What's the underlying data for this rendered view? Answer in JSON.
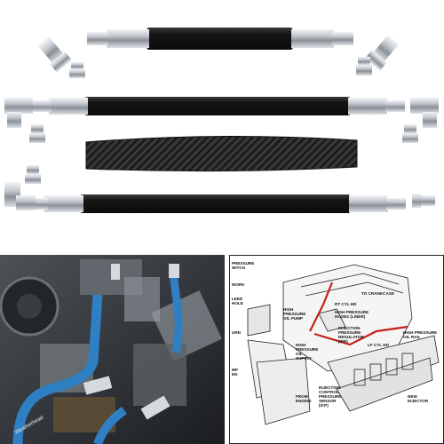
{
  "colors": {
    "hose": "#1b1b1b",
    "chrome": "#c9cdd2",
    "braid": "#262626",
    "engine_bg": "#2a2d31",
    "blue_hose": "#2f7fc4",
    "diagram_red": "#c4221c"
  },
  "product": {
    "hoses": [
      {
        "name": "upper-hose"
      },
      {
        "name": "middle-hose"
      },
      {
        "name": "lower-hose"
      }
    ]
  },
  "photo": {
    "hose_print": "Weatherhead"
  },
  "diagram": {
    "labels": {
      "pressure_switch": "PRESSURE\nWITCH",
      "to_crankcase": "TO CRANKCASE",
      "rt_cyl_hd": "RT CYL HD",
      "high_pressure_oil_pump": "HIGH\nPRESSURE\nOIL PUMP",
      "high_pressure_hoses": "HIGH PRESSURE\nHOSES (LINER)",
      "ipr": "INJECTION\nPRESSURE\nREGULATOR\n(IPR)",
      "lf_cyl_hd": "LF CYL HD",
      "high_pressure_oil_rail": "HIGH PRESSURE\nOIL RAIL",
      "high_pressure_oil_supply": "HIGH\nPRESSURE\nOIL\nSUPPLY",
      "from_engine": "FROM\nENGINE",
      "icp": "INJECTION\nCONTROL\nPRESSURE\nSENSOR\n(ICP)",
      "new_injector": "NEW\nINJECTOR",
      "work": "WORK",
      "bleed_hole": "LEED\nHOLE",
      "turn": "URN",
      "pump": "MP\nEN"
    }
  }
}
